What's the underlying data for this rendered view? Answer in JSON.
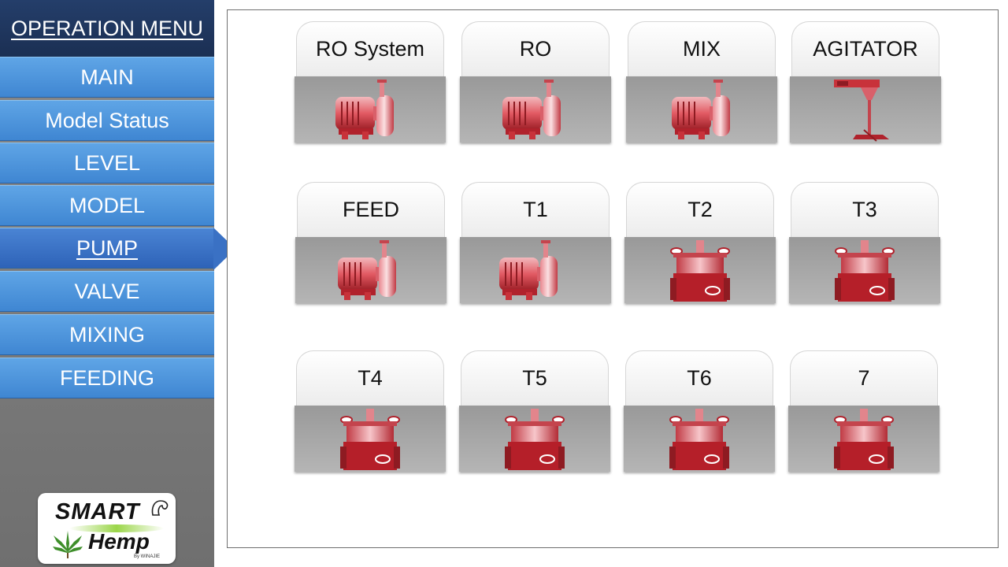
{
  "sidebar": {
    "title": "OPERATION MENU",
    "items": [
      {
        "label": "MAIN"
      },
      {
        "label": "Model Status"
      },
      {
        "label": "LEVEL"
      },
      {
        "label": "MODEL"
      },
      {
        "label": "PUMP",
        "active": true
      },
      {
        "label": "VALVE"
      },
      {
        "label": "MIXING"
      },
      {
        "label": "FEEDING"
      }
    ],
    "logo": {
      "line1": "SMART",
      "line2": "Hemp",
      "tagline": "By WINAJIE"
    }
  },
  "devices": [
    {
      "label": "RO System",
      "icon": "centrifugal-pump-icon"
    },
    {
      "label": "RO",
      "icon": "centrifugal-pump-icon"
    },
    {
      "label": "MIX",
      "icon": "centrifugal-pump-icon"
    },
    {
      "label": "AGITATOR",
      "icon": "agitator-icon"
    },
    {
      "label": "FEED",
      "icon": "centrifugal-pump-icon"
    },
    {
      "label": "T1",
      "icon": "centrifugal-pump-icon"
    },
    {
      "label": "T2",
      "icon": "vertical-pump-icon"
    },
    {
      "label": "T3",
      "icon": "vertical-pump-icon"
    },
    {
      "label": "T4",
      "icon": "vertical-pump-icon"
    },
    {
      "label": "T5",
      "icon": "vertical-pump-icon"
    },
    {
      "label": "T6",
      "icon": "vertical-pump-icon"
    },
    {
      "label": "7",
      "icon": "vertical-pump-icon"
    }
  ],
  "colors": {
    "accent": "#3f86d2",
    "menu_title_bg": "#1b2f53",
    "pump_red": "#c8323a"
  }
}
